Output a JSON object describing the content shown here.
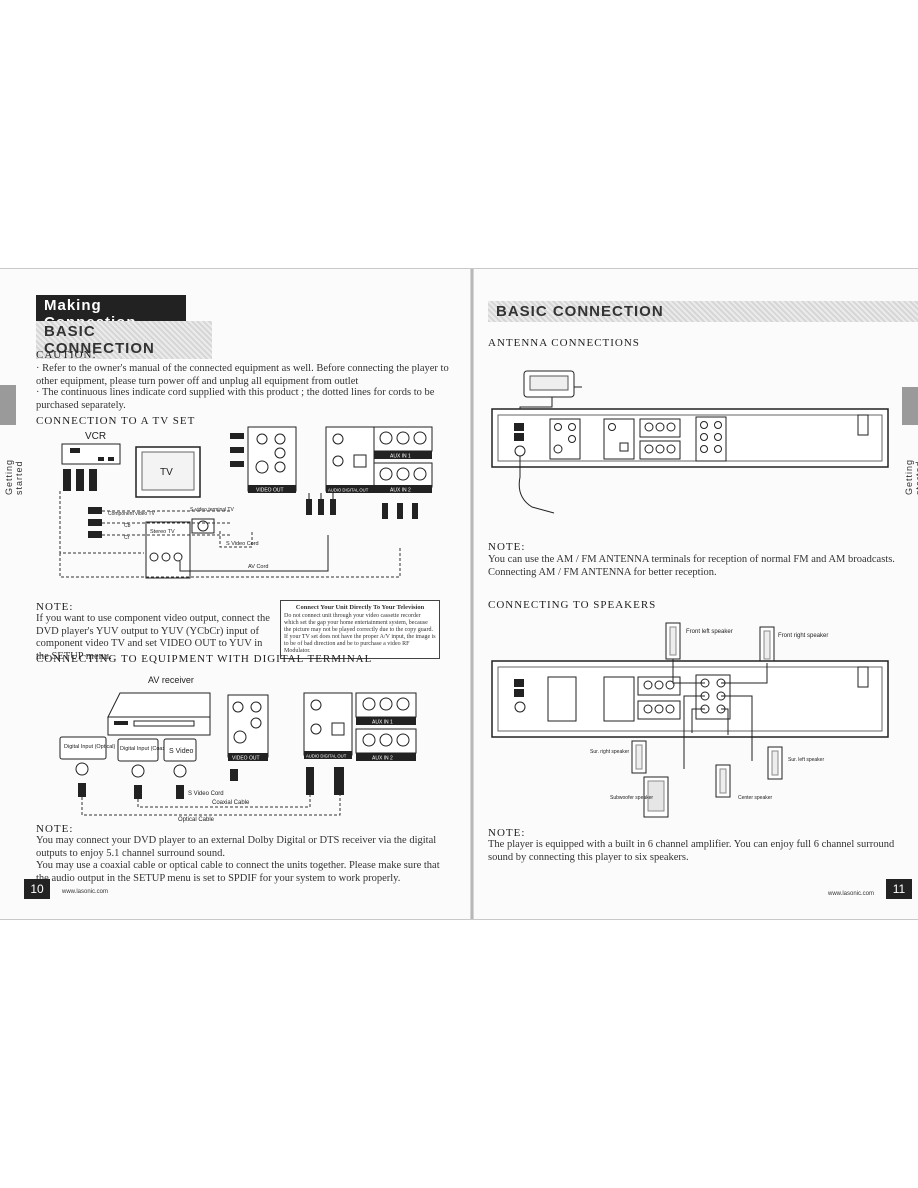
{
  "left": {
    "header_title": "Making Connection",
    "section_title": "BASIC CONNECTION",
    "caution_title": "CAUTION:",
    "caution_1": "Refer to the owner's manual of the connected equipment as well. Before connecting the player to other equipment, please turn power off and unplug all equipment from outlet",
    "caution_2": "The continuous lines indicate cord supplied with this product ; the dotted lines for cords to be purchased separately.",
    "conn_tv_title": "CONNECTION TO A TV SET",
    "diagram_tv": {
      "vcr": "VCR",
      "tv": "TV",
      "component_tv": "Component video TV",
      "svideo_tv": "S-video terminal TV",
      "stereo_tv": "Stereo TV",
      "svideo_cord": "S Video Cord",
      "av_cord": "AV Cord",
      "video_out": "VIDEO OUT",
      "audio_digital_out": "AUDIO DIGITAL OUT",
      "aux_in_1": "AUX IN 1",
      "aux_in_2": "AUX IN 2"
    },
    "note_title": "NOTE:",
    "note_1": "If you want to use component video output, connect the DVD player's YUV output to YUV (YCbCr) input of component video TV and set VIDEO OUT to YUV in the SETUP menu.",
    "box_title": "Connect Your Unit Directly To Your Television",
    "box_text": "Do not connect unit through your video cassette recorder which set the gap your home entertainment system, because the picture may not be played correctly due to the copy guard. If your TV set does not have the proper A/V input, the image is to be of bad direction and be to purchase a video RF Modulator.",
    "conn_digital_title": "CONNECTING TO EQUIPMENT WITH DIGITAL TERMINAL",
    "diagram_digital": {
      "av_receiver": "AV receiver",
      "digital_optical": "Digital Input (Optical)",
      "digital_coaxial": "Digital Input (Coaxial)",
      "s_video": "S Video",
      "svideo_cord": "S Video Cord",
      "coaxial_cable": "Coaxial Cable",
      "optical_cable": "Optical Cable",
      "video_out": "VIDEO OUT",
      "audio_digital_out": "AUDIO DIGITAL OUT",
      "aux_in_1": "AUX IN 1",
      "aux_in_2": "AUX IN 2"
    },
    "note2_title": "NOTE:",
    "note2_1": "You may connect your DVD player to an external Dolby Digital or DTS receiver via the digital outputs to enjoy 5.1 channel surround sound.",
    "note2_2": "You may use a coaxial cable or optical cable to connect the units together. Please make sure that the audio output in the SETUP menu is set to SPDIF for your system to work properly.",
    "page_number": "10",
    "website": "www.lasonic.com",
    "side_label": "Getting started"
  },
  "right": {
    "section_title": "BASIC CONNECTION",
    "antenna_title": "ANTENNA CONNECTIONS",
    "note_title": "NOTE:",
    "note_1": "You can use the AM / FM ANTENNA terminals for reception of normal FM and AM broadcasts. Connecting AM / FM ANTENNA for better reception.",
    "speakers_title": "CONNECTING TO SPEAKERS",
    "diagram_speakers": {
      "front_left": "Front left speaker",
      "front_right": "Front right speaker",
      "sur_right": "Sur. right speaker",
      "sur_left": "Sur. left speaker",
      "subwoofer": "Subwoofer speaker",
      "center": "Center speaker"
    },
    "note2_title": "NOTE:",
    "note2_1": "The player is equipped with a built in 6 channel amplifier. You can enjoy full 6 channel surround sound by connecting this player to six speakers.",
    "page_number": "11",
    "website": "www.lasonic.com",
    "side_label": "Getting started"
  }
}
